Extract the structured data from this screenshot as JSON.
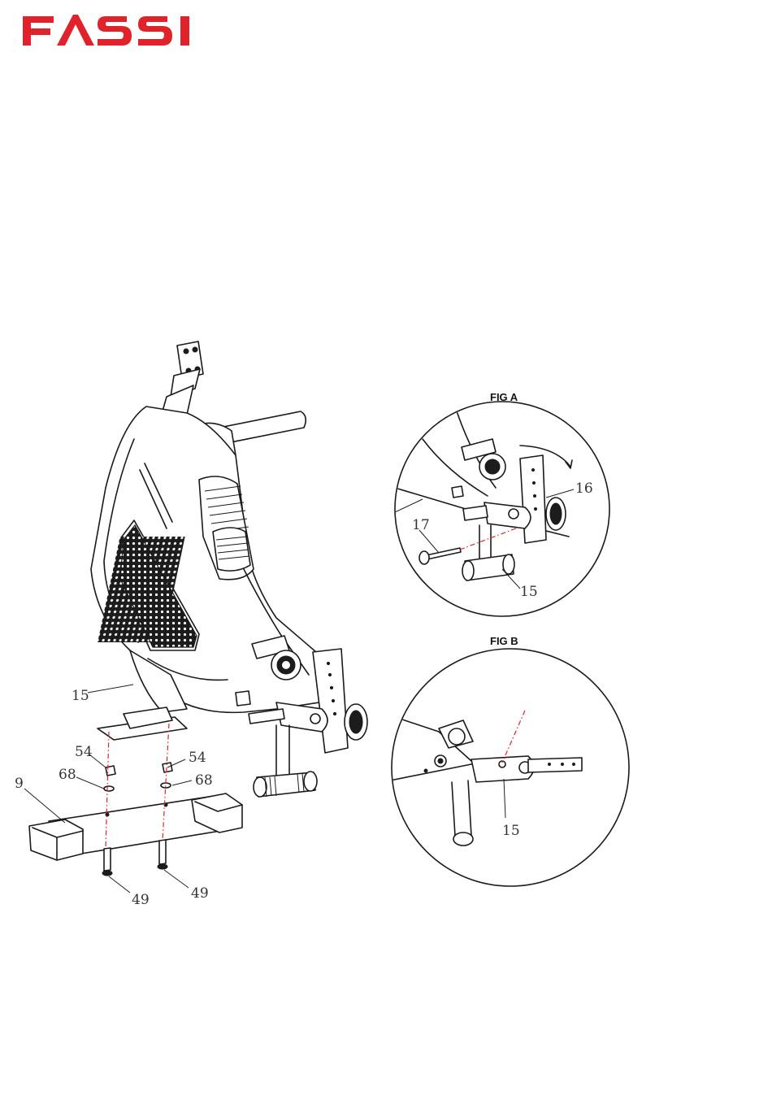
{
  "brand": {
    "logo_text": "FASSI",
    "logo_color": "#e0232a"
  },
  "figures": {
    "fig_a": {
      "title": "FIG A"
    },
    "fig_b": {
      "title": "FIG B"
    }
  },
  "callouts": {
    "main": {
      "part_15": "15",
      "part_54_left": "54",
      "part_54_right": "54",
      "part_68_left": "68",
      "part_68_right": "68",
      "part_9": "9",
      "part_49_left": "49",
      "part_49_right": "49"
    },
    "fig_a": {
      "part_16": "16",
      "part_17": "17",
      "part_15": "15"
    },
    "fig_b": {
      "part_15": "15"
    }
  },
  "colors": {
    "line": "#1a1a1a",
    "dash_guide": "#e0232a"
  }
}
